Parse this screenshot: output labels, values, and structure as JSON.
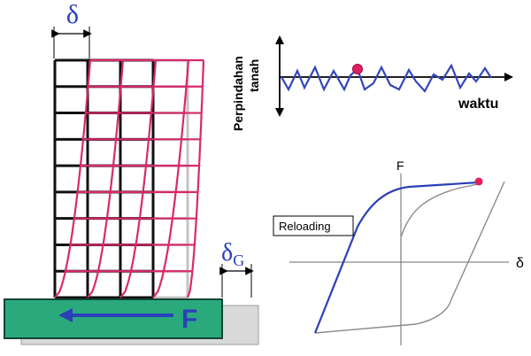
{
  "labels": {
    "delta_top": "δ",
    "delta_g_main": "δ",
    "delta_g_sub": "G",
    "force": "F",
    "ground_disp_line1": "Perpindahan",
    "ground_disp_line2": "tanah",
    "time": "waktu",
    "hysteresis_f": "F",
    "hysteresis_delta": "δ",
    "reloading": "Reloading"
  },
  "colors": {
    "frame_black": "#111111",
    "frame_gray": "#c4c4c4",
    "frame_deformed": "#d9296b",
    "ground_slab": "#2aaa7c",
    "ground_slab_dark": "#114433",
    "ground_shadow": "#d9d9d9",
    "arrow": "#2b3fb7",
    "signal": "#3347b8",
    "marker": "#e0205d",
    "hysteresis_main": "#2b3fb7",
    "hysteresis_secondary": "#8a8a8a"
  }
}
